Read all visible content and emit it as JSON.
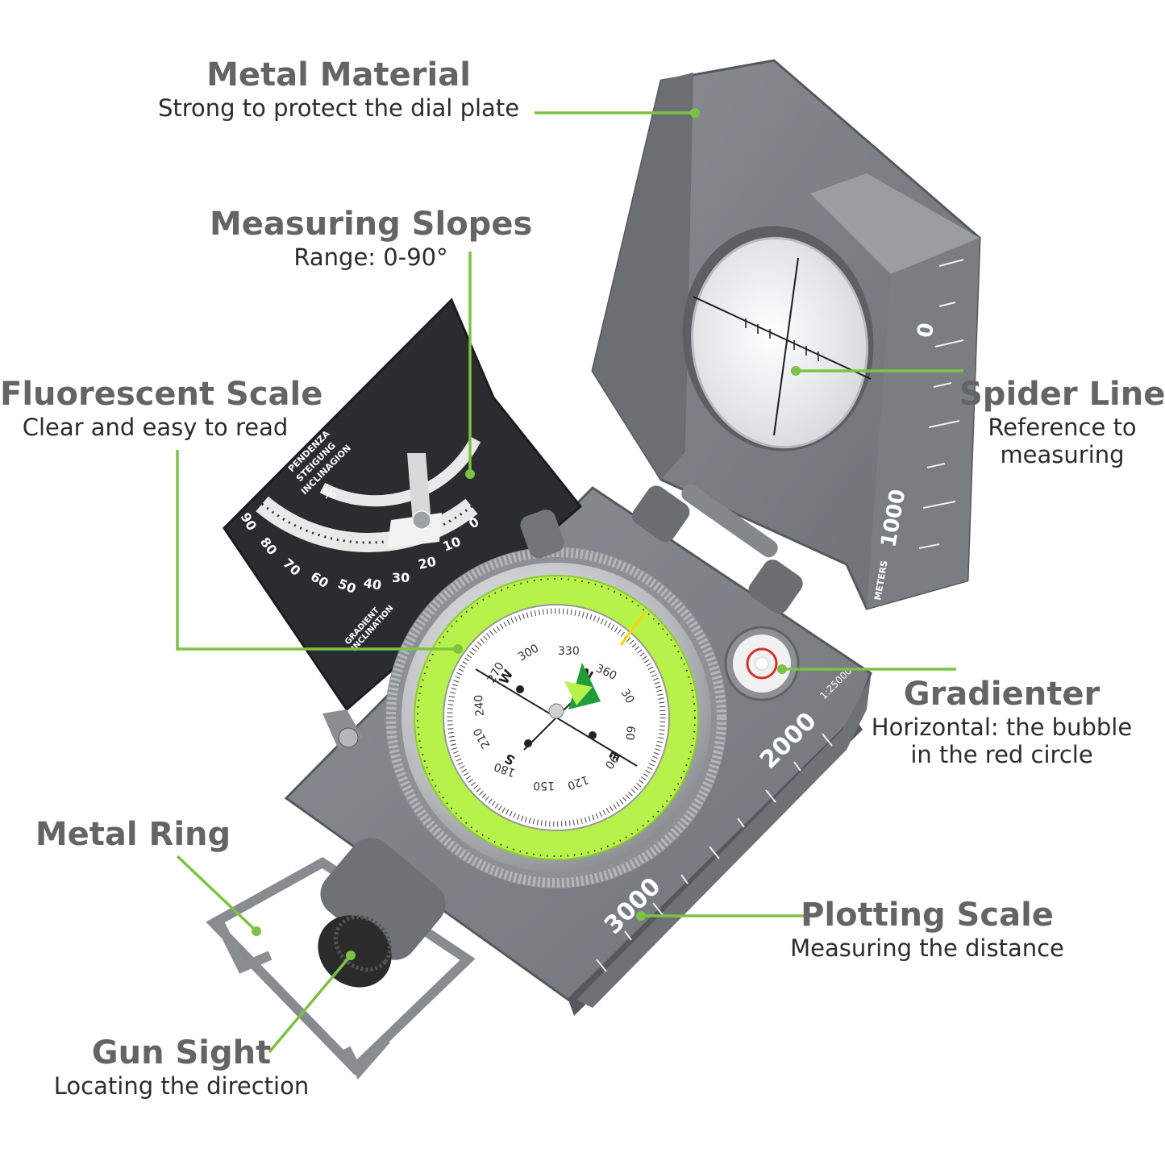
{
  "callouts": {
    "metal_material": {
      "title": "Metal Material",
      "subtitle": "Strong to protect the dial plate"
    },
    "measuring_slopes": {
      "title": "Measuring Slopes",
      "subtitle": "Range: 0-90°"
    },
    "fluorescent_scale": {
      "title": "Fluorescent Scale",
      "subtitle": "Clear and easy to read"
    },
    "spider_line": {
      "title": "Spider Line",
      "subtitle_line1": "Reference to",
      "subtitle_line2": "measuring"
    },
    "gradienter": {
      "title": "Gradienter",
      "subtitle_line1": "Horizontal: the bubble",
      "subtitle_line2": "in the red circle"
    },
    "metal_ring": {
      "title": "Metal Ring"
    },
    "plotting_scale": {
      "title": "Plotting Scale",
      "subtitle": "Measuring the distance"
    },
    "gun_sight": {
      "title": "Gun Sight",
      "subtitle": "Locating the direction"
    }
  },
  "compass_markings": {
    "clinometer_words": [
      "PENDENZA",
      "STEIGUNG",
      "INCLINAGION"
    ],
    "clinometer_percent": "%",
    "clinometer_degrees": [
      "90",
      "80",
      "70",
      "60",
      "50",
      "40",
      "30",
      "20",
      "10",
      "0"
    ],
    "clinometer_footer": [
      "GRADIENT",
      "INCLINATION"
    ],
    "lid_scale": [
      "0",
      "1000"
    ],
    "lid_units": "METERS",
    "base_scale": [
      "2000",
      "3000"
    ],
    "base_ratio": "1:25000",
    "dial_numbers": [
      "360",
      "30",
      "60",
      "90",
      "120",
      "150",
      "180",
      "210",
      "240",
      "270",
      "300",
      "330"
    ],
    "dial_cardinals": {
      "north": "N",
      "east": "E",
      "south": "S",
      "west": "W"
    }
  },
  "colors": {
    "accent_green": "#7cc243",
    "dial_green": "#b7f24b",
    "body_gray": "#7b7f84",
    "dark_gray": "#4e5256",
    "plate_black": "#2a2c2f",
    "bubble_red": "#d6312b"
  }
}
